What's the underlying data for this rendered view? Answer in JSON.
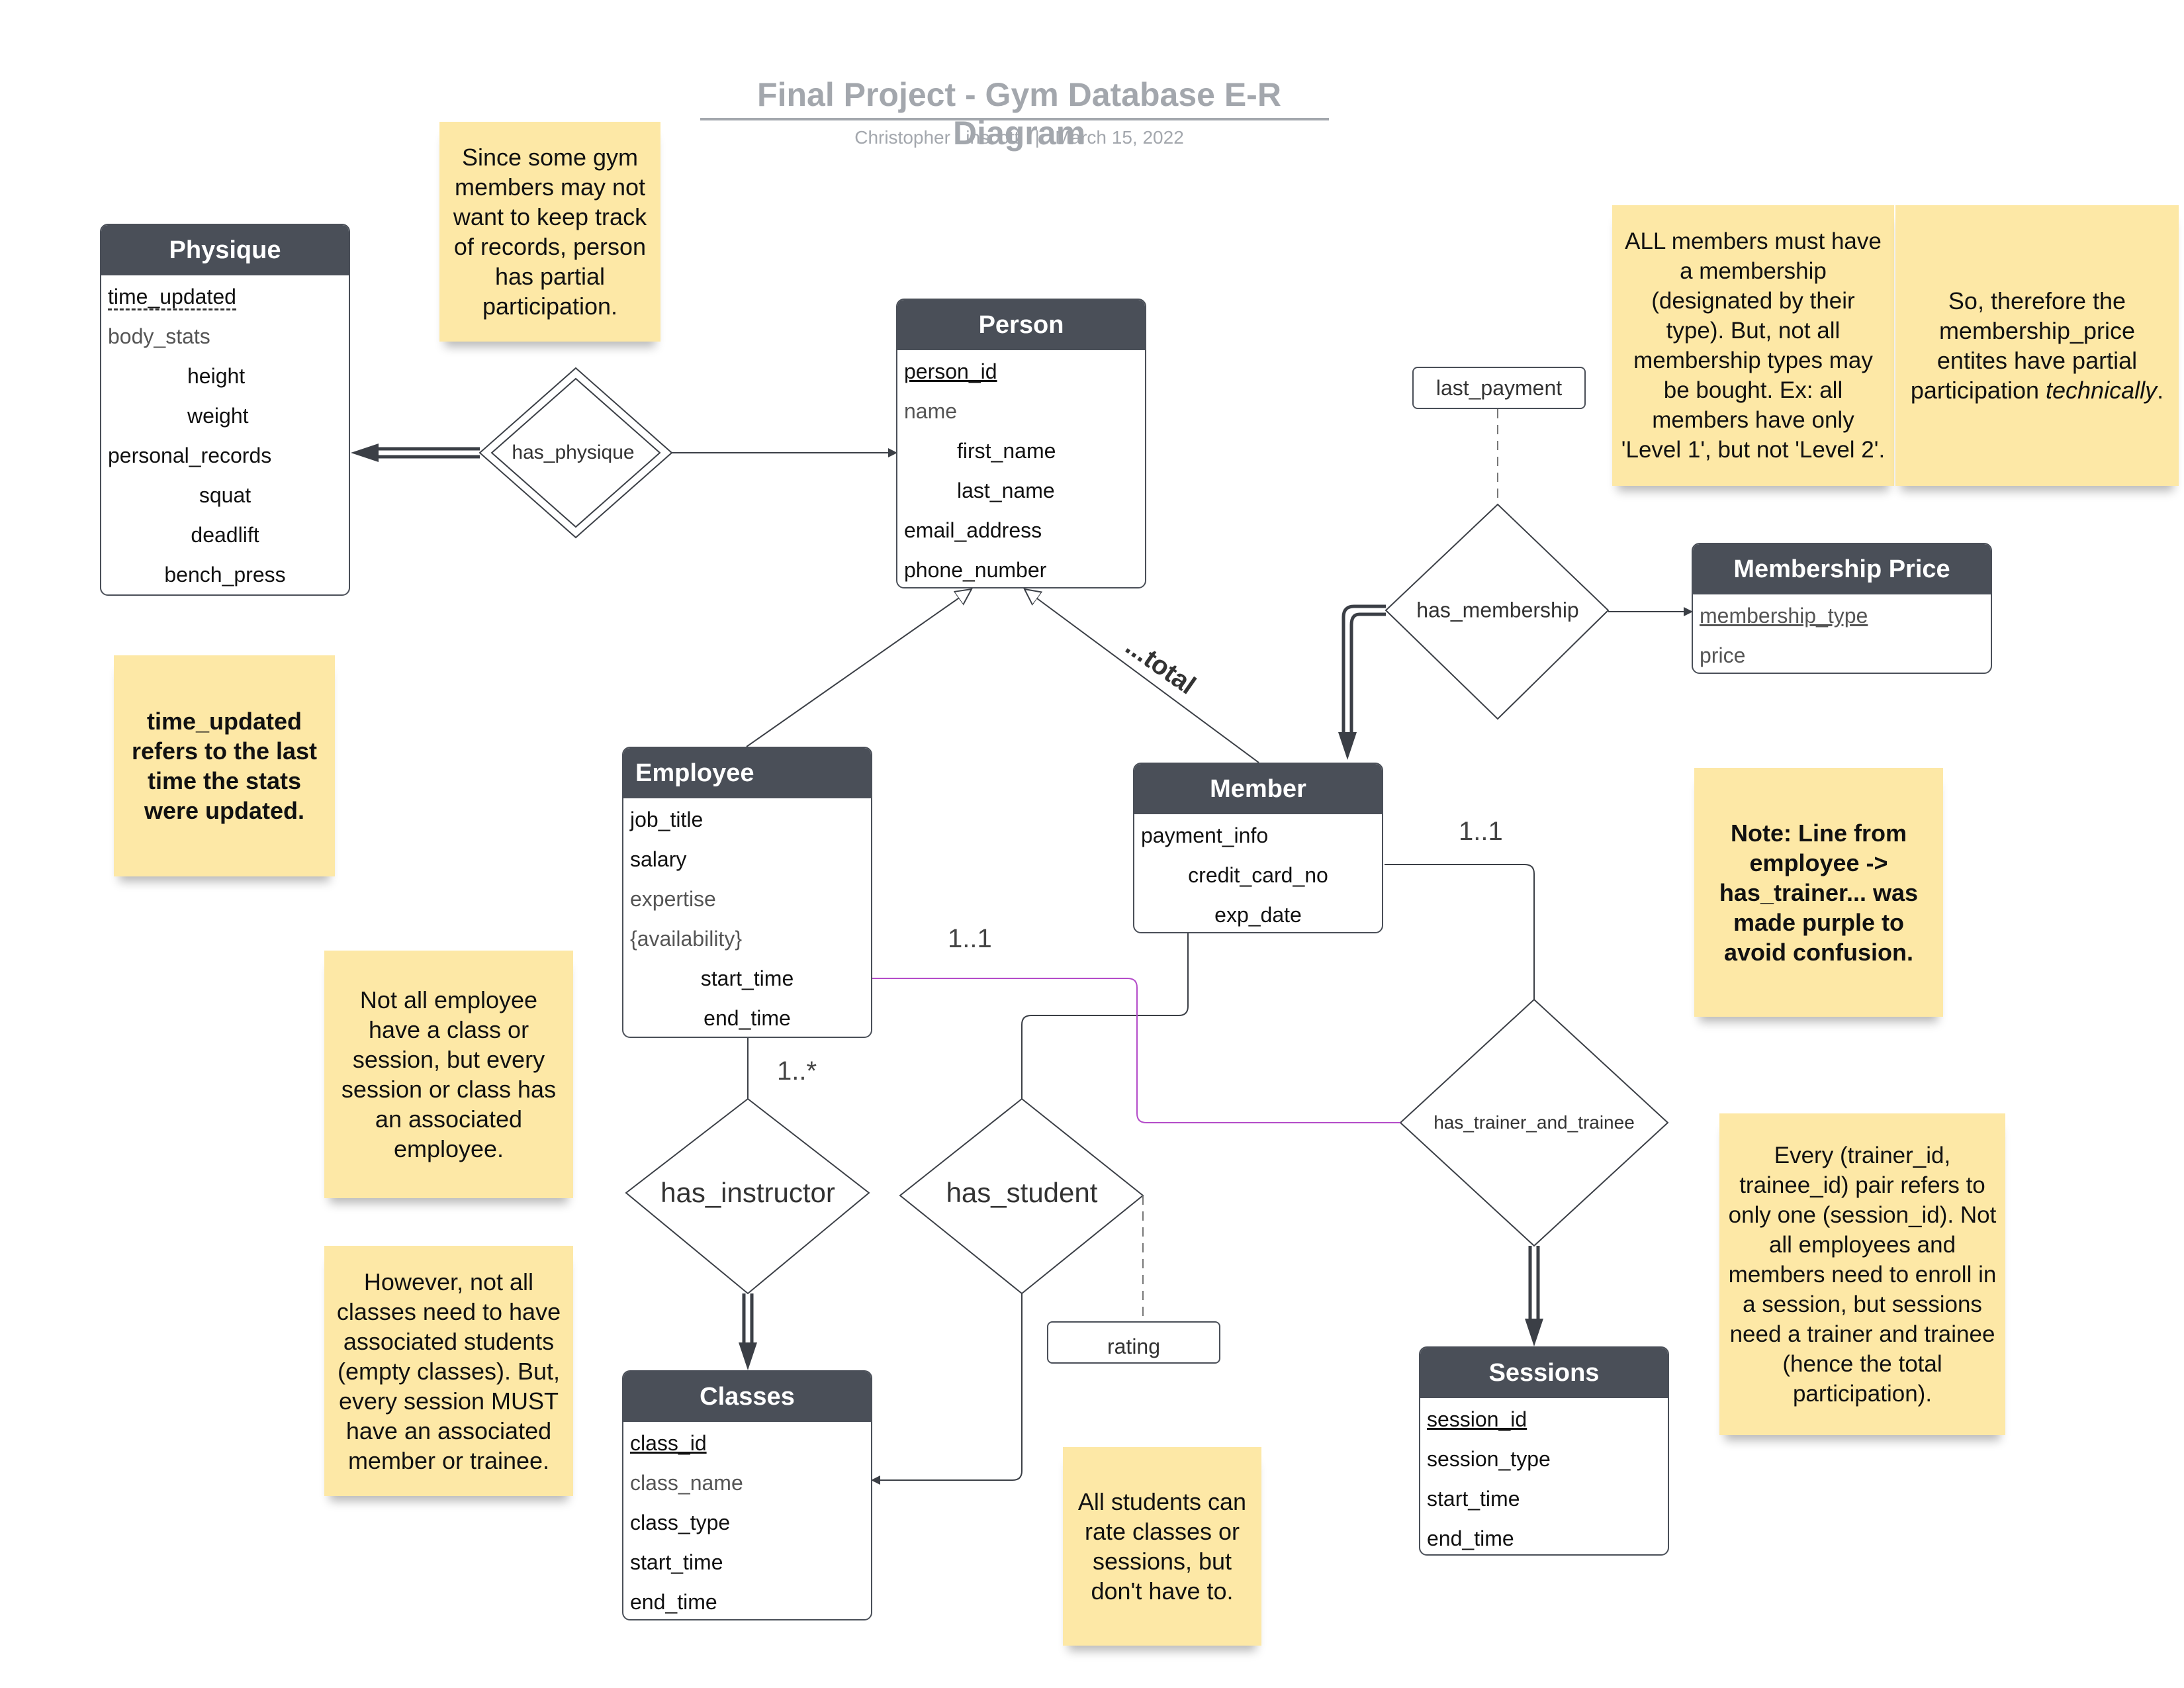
{
  "header": {
    "title": "Final Project - Gym Database E-R Diagram",
    "author": "Christopher Linscott",
    "date": "March 15, 2022",
    "separator": "|"
  },
  "entities": {
    "physique": {
      "name": "Physique",
      "attrs": [
        "time_updated",
        "body_stats",
        "height",
        "weight",
        "personal_records",
        "squat",
        "deadlift",
        "bench_press"
      ]
    },
    "person": {
      "name": "Person",
      "attrs": [
        "person_id",
        "name",
        "first_name",
        "last_name",
        "email_address",
        "phone_number"
      ]
    },
    "membership_price": {
      "name": "Membership Price",
      "attrs": [
        "membership_type",
        "price"
      ]
    },
    "employee": {
      "name": "Employee",
      "attrs": [
        "job_title",
        "salary",
        "expertise",
        "{availability}",
        "start_time",
        "end_time"
      ]
    },
    "member": {
      "name": "Member",
      "attrs": [
        "payment_info",
        "credit_card_no",
        "exp_date"
      ]
    },
    "classes": {
      "name": "Classes",
      "attrs": [
        "class_id",
        "class_name",
        "class_type",
        "start_time",
        "end_time"
      ]
    },
    "sessions": {
      "name": "Sessions",
      "attrs": [
        "session_id",
        "session_type",
        "start_time",
        "end_time"
      ]
    }
  },
  "relationships": {
    "has_physique": "has_physique",
    "has_membership": "has_membership",
    "has_instructor": "has_instructor",
    "has_student": "has_student",
    "has_trainer_and_trainee": "has_trainer_and_trainee"
  },
  "rel_attrs": {
    "last_payment": "last_payment",
    "rating": "rating"
  },
  "labels": {
    "total": "...total",
    "card_member": "1..1",
    "card_employee": "1..1",
    "card_instructor": "1..*"
  },
  "notes": {
    "partial_participation": "Since some gym members may not want to keep track of records, person has partial participation.",
    "time_updated": "time_updated refers to the last time the stats were updated.",
    "membership": "ALL members must have a membership (designated by their type). But, not all membership types may be bought. Ex: all members have only 'Level 1', but not 'Level 2'.",
    "therefore_prefix": "So, therefore the membership_price entites have partial participation ",
    "therefore_em": "technically",
    "therefore_suffix": ".",
    "purple_line": "Note: Line from employee -> has_trainer... was made purple to avoid confusion.",
    "employee_class": "Not all employee have a class or session, but every session or class has an associated employee.",
    "students": "However, not all classes need to have associated students (empty classes). But, every session MUST have an associated member or trainee.",
    "trainer_pair": "Every (trainer_id, trainee_id) pair refers to only one (session_id). Not all employees and members need to enroll in a session, but sessions need a trainer and trainee (hence the total participation).",
    "rating": "All students can rate classes or sessions, but don't have to."
  },
  "colors": {
    "header_bg": "#4a4f58",
    "note_bg": "#fde8a6",
    "line": "#3b3f46",
    "purple": "#b44cc9",
    "title": "#a3a7ad"
  }
}
